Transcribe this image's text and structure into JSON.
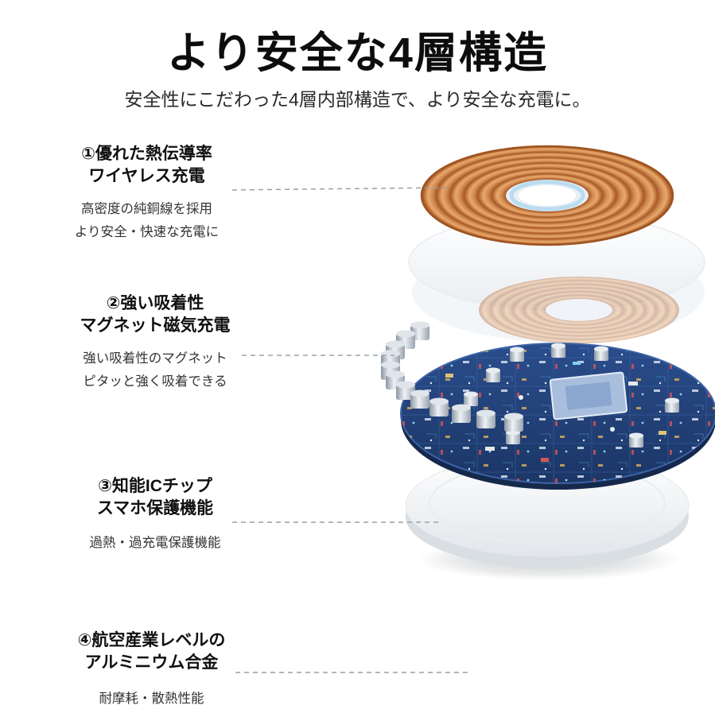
{
  "page": {
    "title": "より安全な4層構造",
    "subtitle": "安全性にこだわった4層内部構造で、より安全な充電に。"
  },
  "annotations": [
    {
      "heading1": "①優れた熱伝導率",
      "heading2": "ワイヤレス充電",
      "desc1": "高密度の純銅線を採用",
      "desc2": "より安全・快速な充電に"
    },
    {
      "heading1": "②強い吸着性",
      "heading2": "マグネット磁気充電",
      "desc1": "強い吸着性のマグネット",
      "desc2": "ピタッと強く吸着できる"
    },
    {
      "heading1": "③知能ICチップ",
      "heading2": "スマホ保護機能",
      "desc1": "過熱・過充電保護機能"
    },
    {
      "heading1": "④航空産業レベルの",
      "heading2": "アルミニウム合金",
      "desc1": "耐摩耗・散熱性能"
    }
  ],
  "colors": {
    "copper": "#c9834f",
    "board_blue": "#24457f",
    "magnet_silver": "#cfd6de",
    "text": "#111111",
    "leader_gray": "#9aa0a6"
  }
}
